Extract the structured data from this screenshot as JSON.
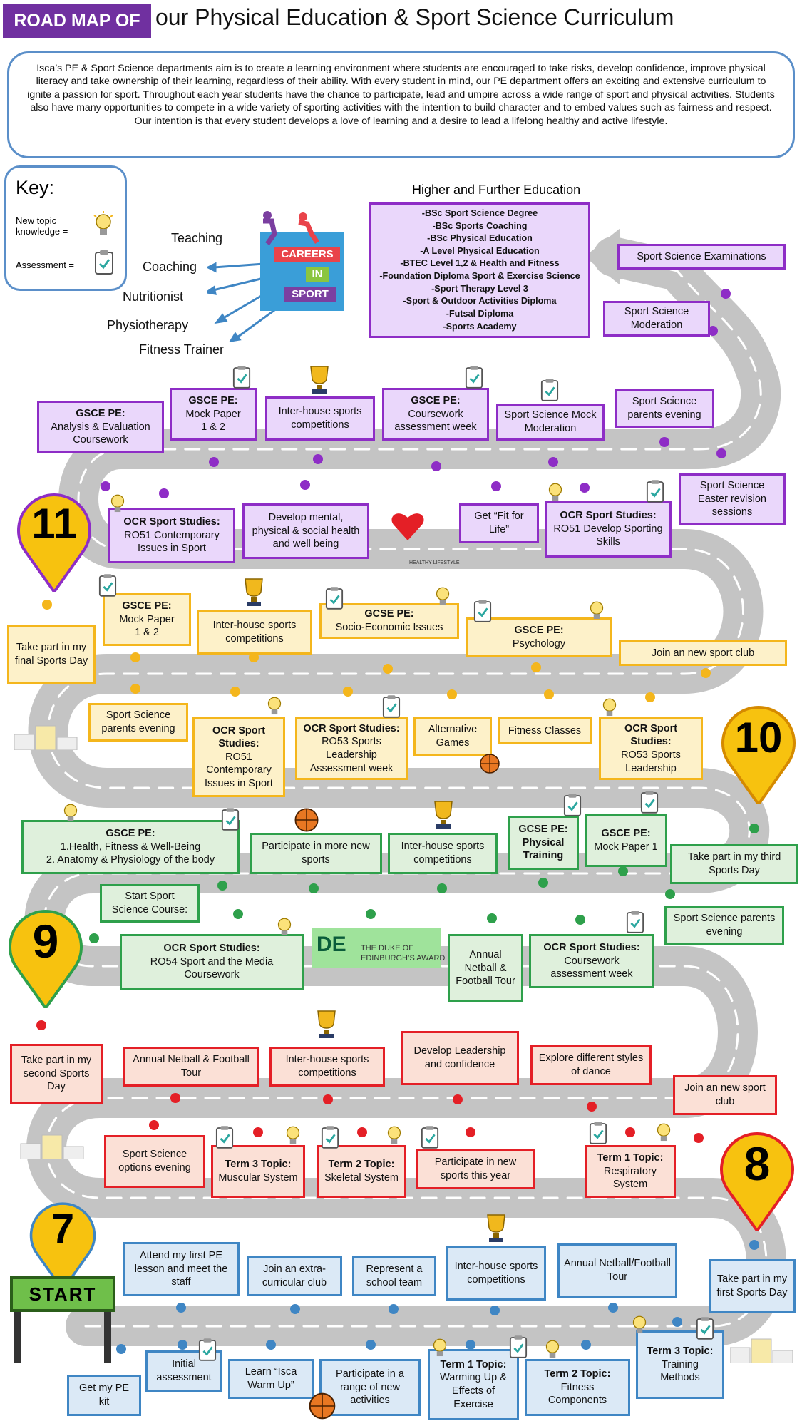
{
  "header": {
    "badge": "ROAD MAP OF",
    "title": "our Physical Education & Sport Science Curriculum"
  },
  "intro": "Isca’s PE & Sport Science departments aim is to create a learning environment where students are encouraged to take risks, develop confidence, improve physical literacy and take ownership of their learning, regardless of their ability. With every student in mind, our PE department offers an exciting and extensive curriculum to ignite a passion for sport. Throughout each year students have the chance to participate, lead and umpire across a wide range of sport and physical activities. Students also have many opportunities to compete in a wide variety of sporting activities with the intention to build character and to embed values such as fairness and respect. Our intention is that every student develops a love of learning and a desire to lead a lifelong healthy and active lifestyle.",
  "key": {
    "title": "Key:",
    "new_topic": "New topic knowledge =",
    "assessment": "Assessment ="
  },
  "careers": {
    "logo_line1": "CAREERS",
    "logo_line2": "IN",
    "logo_line3": "SPORT",
    "items": [
      "Teaching",
      "Coaching",
      "Nutritionist",
      "Physiotherapy",
      "Fitness Trainer"
    ]
  },
  "higher_education": {
    "heading": "Higher and Further Education",
    "items": [
      "-BSc Sport Science Degree",
      "-BSc Sports Coaching",
      "-BSc Physical Education",
      "-A Level Physical Education",
      "-BTEC Level 1,2 & Health and Fitness",
      "-Foundation Diploma Sport & Exercise Science",
      "-Sport Therapy Level 3",
      "-Sport & Outdoor Activities Diploma",
      "-Futsal Diploma",
      "-Sports Academy"
    ]
  },
  "years": {
    "y7": "7",
    "y8": "8",
    "y9": "9",
    "y10": "10",
    "y11": "11",
    "start": "START"
  },
  "y11": {
    "exams": "Sport Science Examinations",
    "moderation": "Sport Science Moderation",
    "parents": "Sport Science parents evening",
    "easter": "Sport Science Easter revision sessions",
    "mock_mod": "Sport Science Mock Moderation",
    "coursework_t": "GSCE PE:",
    "coursework_b": "Coursework assessment week",
    "interhouse": "Inter-house sports competitions",
    "mock_t": "GSCE PE:",
    "mock_b": "Mock Paper\n1 & 2",
    "analysis_t": "GSCE PE:",
    "analysis_b": "Analysis & Evaluation Coursework",
    "ro51_t": "OCR Sport Studies:",
    "ro51_b": "RO51 Contemporary Issues in Sport",
    "develop": "Develop mental, physical & social health and well being",
    "fit": "Get “Fit for Life”",
    "ro51d_t": "OCR Sport Studies:",
    "ro51d_b": "RO51 Develop Sporting Skills",
    "healthy": "HEALTHY LIFESTYLE"
  },
  "y10": {
    "final_day": "Take part in my final Sports Day",
    "mock_t": "GSCE PE:",
    "mock_b": "Mock Paper\n1 & 2",
    "interhouse": "Inter-house sports competitions",
    "socio_t": "GCSE PE:",
    "socio_b": "Socio-Economic Issues",
    "psych_t": "GSCE PE:",
    "psych_b": "Psychology",
    "club": "Join an new sport club",
    "parents": "Sport Science parents evening",
    "ro51_t": "OCR Sport Studies:",
    "ro51_b": "RO51 Contemporary Issues in Sport",
    "ro53_t": "OCR Sport Studies:",
    "ro53_b": "RO53 Sports Leadership Assessment week",
    "alt": "Alternative Games",
    "fitness": "Fitness Classes",
    "ro53l_t": "OCR Sport Studies:",
    "ro53l_b": "RO53 Sports Leadership"
  },
  "y9": {
    "health_t": "GSCE PE:",
    "health_b": "1.Health, Fitness & Well-Being\n2. Anatomy & Physiology of the body",
    "participate": "Participate in more new sports",
    "interhouse": "Inter-house sports competitions",
    "training_t": "GCSE PE:",
    "training_b": "Physical Training",
    "mock_t": "GSCE PE:",
    "mock_b": "Mock Paper 1",
    "third_day": "Take part in my third Sports Day",
    "start_course": "Start Sport Science Course:",
    "ro54_t": "OCR Sport Studies:",
    "ro54_b": "RO54 Sport and the Media Coursework",
    "dofe_line1": "THE DUKE OF",
    "dofe_line2": "EDINBURGH’S AWARD",
    "netball": "Annual Netball & Football Tour",
    "cw_t": "OCR Sport Studies:",
    "cw_b": "Coursework assessment week",
    "parents": "Sport Science parents evening"
  },
  "y8": {
    "second_day": "Take part in my second Sports Day",
    "netball": "Annual Netball & Football Tour",
    "interhouse": "Inter-house sports competitions",
    "leadership": "Develop Leadership and confidence",
    "dance": "Explore different styles of dance",
    "club": "Join an new sport club",
    "options": "Sport Science options evening",
    "t3_t": "Term 3 Topic:",
    "t3_b": "Muscular System",
    "t2_t": "Term 2 Topic:",
    "t2_b": "Skeletal System",
    "newsports": "Participate in new sports this year",
    "t1_t": "Term 1 Topic:",
    "t1_b": "Respiratory System"
  },
  "y7": {
    "first_lesson": "Attend my first PE lesson and meet the staff",
    "extra": "Join an extra-curricular club",
    "team": "Represent a school team",
    "interhouse": "Inter-house sports competitions",
    "netball": "Annual Netball/Football Tour",
    "first_day": "Take part in my first Sports Day",
    "kit": "Get my PE kit",
    "initial": "Initial assessment",
    "warmup": "Learn “Isca Warm Up”",
    "range": "Participate in a range of new activities",
    "t1_t": "Term 1 Topic:",
    "t1_b": "Warming Up & Effects of Exercise",
    "t2_t": "Term 2 Topic:",
    "t2_b": "Fitness Components",
    "t3_t": "Term 3 Topic:",
    "t3_b": "Training Methods"
  },
  "colors": {
    "y7": "#3f86c4",
    "y8": "#e41f26",
    "y9": "#2ea04b",
    "y10": "#f4b61c",
    "y11": "#8e2dc6",
    "road": "#c8c8c8",
    "badge": "#7030a0"
  },
  "icons": [
    "lightbulb-icon",
    "clipboard-icon",
    "trophy-icon",
    "basketball-icon"
  ]
}
